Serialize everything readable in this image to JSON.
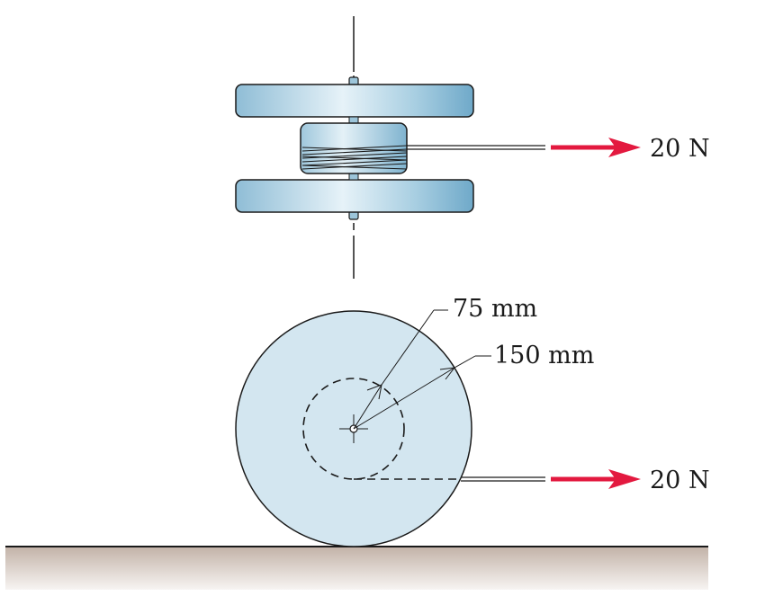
{
  "diagram": {
    "top_force_label": "20 N",
    "bottom_force_label": "20 N",
    "inner_radius_label": "75 mm",
    "outer_radius_label": "150 mm"
  },
  "colors": {
    "disk_fill": "#d3e6f0",
    "flange_dark": "#7db3cf",
    "flange_light": "#e6f2f8",
    "force_arrow": "#e3193f",
    "ground_top": "#c7b8ae",
    "ground_bottom": "#f5f1ee",
    "line": "#1a1a1a"
  }
}
